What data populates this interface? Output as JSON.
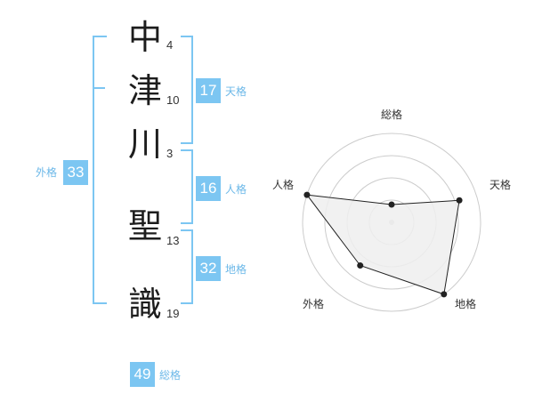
{
  "name": {
    "chars": [
      {
        "char": "中",
        "strokes": "4"
      },
      {
        "char": "津",
        "strokes": "10"
      },
      {
        "char": "川",
        "strokes": "3"
      },
      {
        "char": "聖",
        "strokes": "13"
      },
      {
        "char": "識",
        "strokes": "19"
      }
    ]
  },
  "fortune": {
    "tenkaku": {
      "value": "17",
      "label": "天格"
    },
    "jinkaku": {
      "value": "16",
      "label": "人格"
    },
    "chikaku": {
      "value": "32",
      "label": "地格"
    },
    "gaikaku": {
      "value": "33",
      "label": "外格"
    },
    "soukaku": {
      "value": "49",
      "label": "総格"
    }
  },
  "chart_data": {
    "type": "radar",
    "axes": [
      "総格",
      "天格",
      "地格",
      "外格",
      "人格"
    ],
    "values": [
      0.2,
      0.8,
      1.0,
      0.6,
      1.0
    ],
    "rings": 4,
    "colors": {
      "fill": "#efefef",
      "stroke": "#222222",
      "ring": "#cccccc",
      "accent": "#7cc6f2"
    }
  }
}
